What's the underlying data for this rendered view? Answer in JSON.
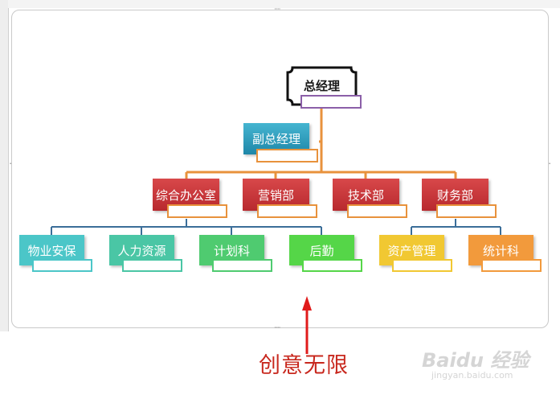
{
  "diagram": {
    "ceo": "总经理",
    "deputy": "副总经理",
    "departments": [
      {
        "label": "综合办公室",
        "color": "#b8292e"
      },
      {
        "label": "营销部",
        "color": "#b8292e"
      },
      {
        "label": "技术部",
        "color": "#b8292e"
      },
      {
        "label": "财务部",
        "color": "#b8292e"
      }
    ],
    "units": [
      {
        "label": "物业安保",
        "color": "#4bc6c8",
        "line": "#4bc6c8"
      },
      {
        "label": "人力资源",
        "color": "#4ac6a5",
        "line": "#4ac6a5"
      },
      {
        "label": "计划科",
        "color": "#4fcb70",
        "line": "#4fcb70"
      },
      {
        "label": "后勤",
        "color": "#55d648",
        "line": "#55d648"
      },
      {
        "label": "资产管理",
        "color": "#f1c832",
        "line": "#f1c832"
      },
      {
        "label": "统计科",
        "color": "#f29a3c",
        "line": "#f29a3c"
      }
    ],
    "connector_color": "#e8923c",
    "lower_connector_color": "#3b6e99"
  },
  "annotation": {
    "caption": "创意无限",
    "arrow_color": "#e01b1b"
  },
  "watermark": {
    "logo_text": "Baidu 经验",
    "url": "jingyan.baidu.com"
  }
}
